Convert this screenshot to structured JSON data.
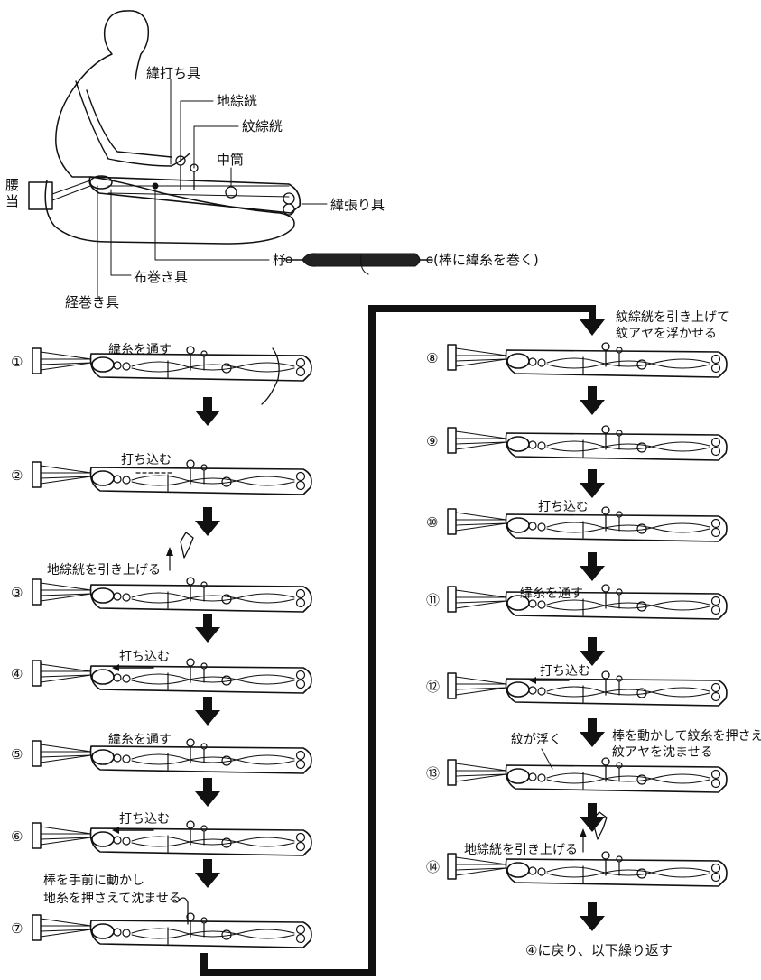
{
  "top": {
    "koshiate": "腰当",
    "label_yokouchi": "緯打ち具",
    "label_jisokou": "地綜絖",
    "label_monsokou": "紋綜絖",
    "label_nakazutsu": "中筒",
    "label_keibari": "緯張り具",
    "label_hi": "杼",
    "label_hi_note": "(棒に緯糸を巻く)",
    "label_nunomaki": "布巻き具",
    "label_tatemaki": "経巻き具"
  },
  "steps": [
    {
      "num": "①",
      "note1": "緯糸を通す",
      "note2": ""
    },
    {
      "num": "②",
      "note1": "打ち込む",
      "note2": ""
    },
    {
      "num": "③",
      "note1": "地綜絖を引き上げる",
      "note2": ""
    },
    {
      "num": "④",
      "note1": "打ち込む",
      "note2": ""
    },
    {
      "num": "⑤",
      "note1": "緯糸を通す",
      "note2": ""
    },
    {
      "num": "⑥",
      "note1": "打ち込む",
      "note2": ""
    },
    {
      "num": "⑦",
      "note1": "棒を手前に動かし",
      "note2": "地糸を押さえて沈ませる"
    },
    {
      "num": "⑧",
      "note1": "紋綜絖を引き上げて",
      "note2": "紋アヤを浮かせる"
    },
    {
      "num": "⑨",
      "note1": "",
      "note2": ""
    },
    {
      "num": "⑩",
      "note1": "打ち込む",
      "note2": ""
    },
    {
      "num": "⑪",
      "note1": "緯糸を通す",
      "note2": ""
    },
    {
      "num": "⑫",
      "note1": "打ち込む",
      "note2": ""
    },
    {
      "num": "⑬",
      "note1": "紋が浮く",
      "note2": "棒を動かして紋糸を押さえ",
      "note3": "紋アヤを沈ませる"
    },
    {
      "num": "⑭",
      "note1": "地綜絖を引き上げる",
      "note2": ""
    }
  ],
  "final": "④に戻り、以下繰り返す"
}
